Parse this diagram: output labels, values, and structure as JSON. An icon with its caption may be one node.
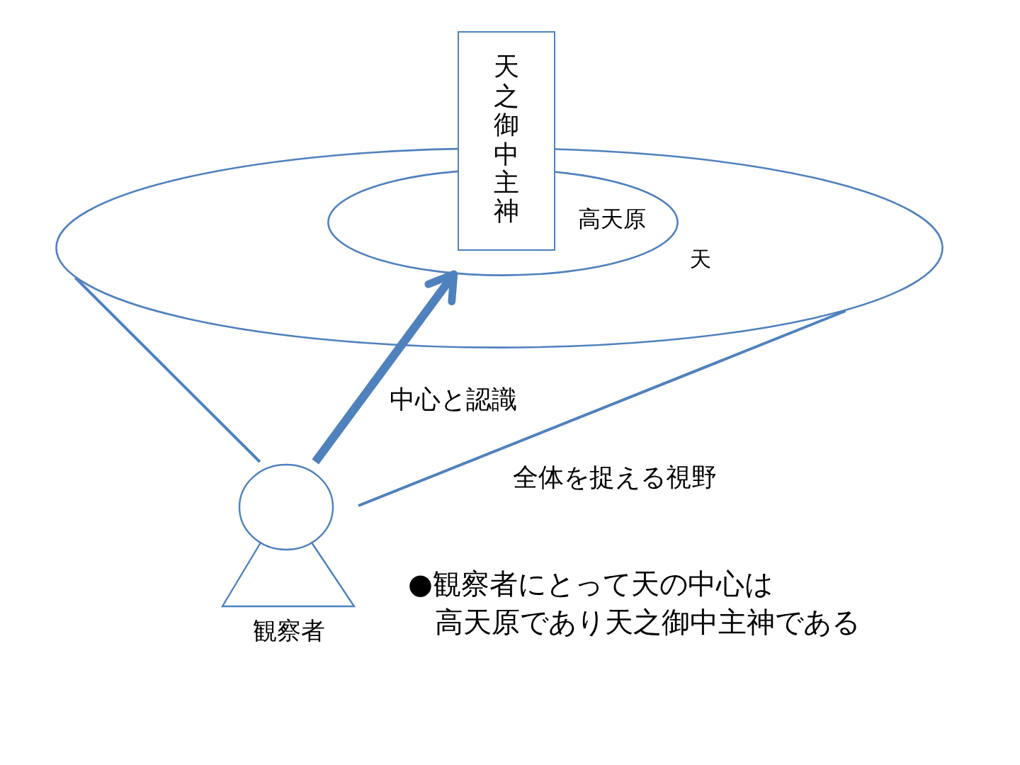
{
  "diagram": {
    "nodes": [
      {
        "text": [
          "天之御中主神"
        ]
      },
      {
        "text": [
          "天"
        ]
      },
      {
        "text": [
          "高天原"
        ],
        "in": 1
      },
      {
        "text": [
          "観察者"
        ]
      }
    ],
    "edges": [
      {
        "from": 3,
        "to": 1,
        "arrow": "none"
      },
      {
        "from": 3,
        "to": 1,
        "arrow": "none",
        "label": "全体を捉える視野"
      },
      {
        "from": 3,
        "to": 2,
        "arrow": "to",
        "label": "中心と認識",
        "style": "thick"
      }
    ],
    "labels": [
      "●観察者にとって天の中心は",
      "高天原であり天之御中主神である"
    ]
  }
}
